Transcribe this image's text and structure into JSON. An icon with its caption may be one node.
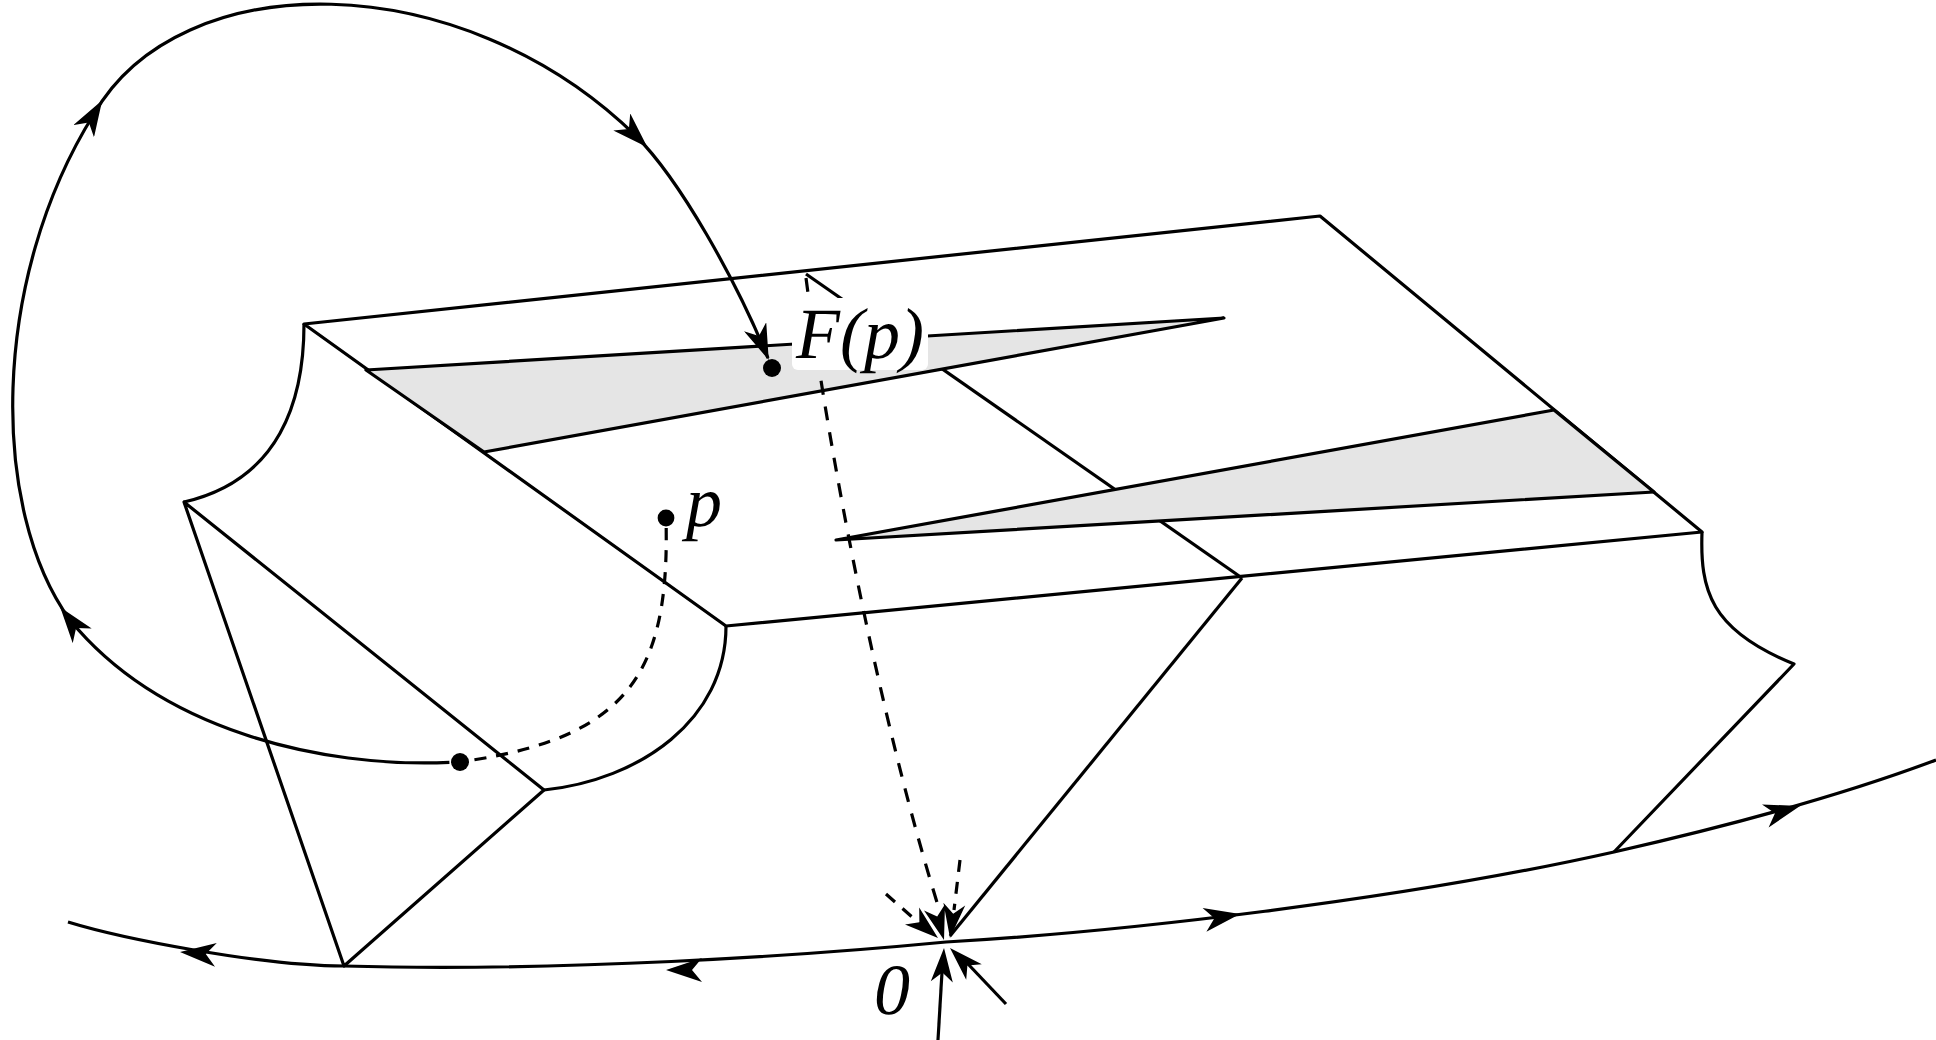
{
  "diagram": {
    "nodes": [
      {
        "text": [],
        "shape": "circle",
        "beside": [
          "F(p)"
        ]
      },
      {
        "text": [],
        "shape": "circle",
        "beside": [
          "p"
        ]
      },
      {
        "text": [],
        "shape": "circle"
      }
    ],
    "edges": [
      {
        "from": 1,
        "to": 2,
        "arrow": "none",
        "style": "dashed"
      },
      {
        "from": 2,
        "to": 0,
        "arrow": "to"
      }
    ],
    "labels": [
      "0"
    ]
  }
}
